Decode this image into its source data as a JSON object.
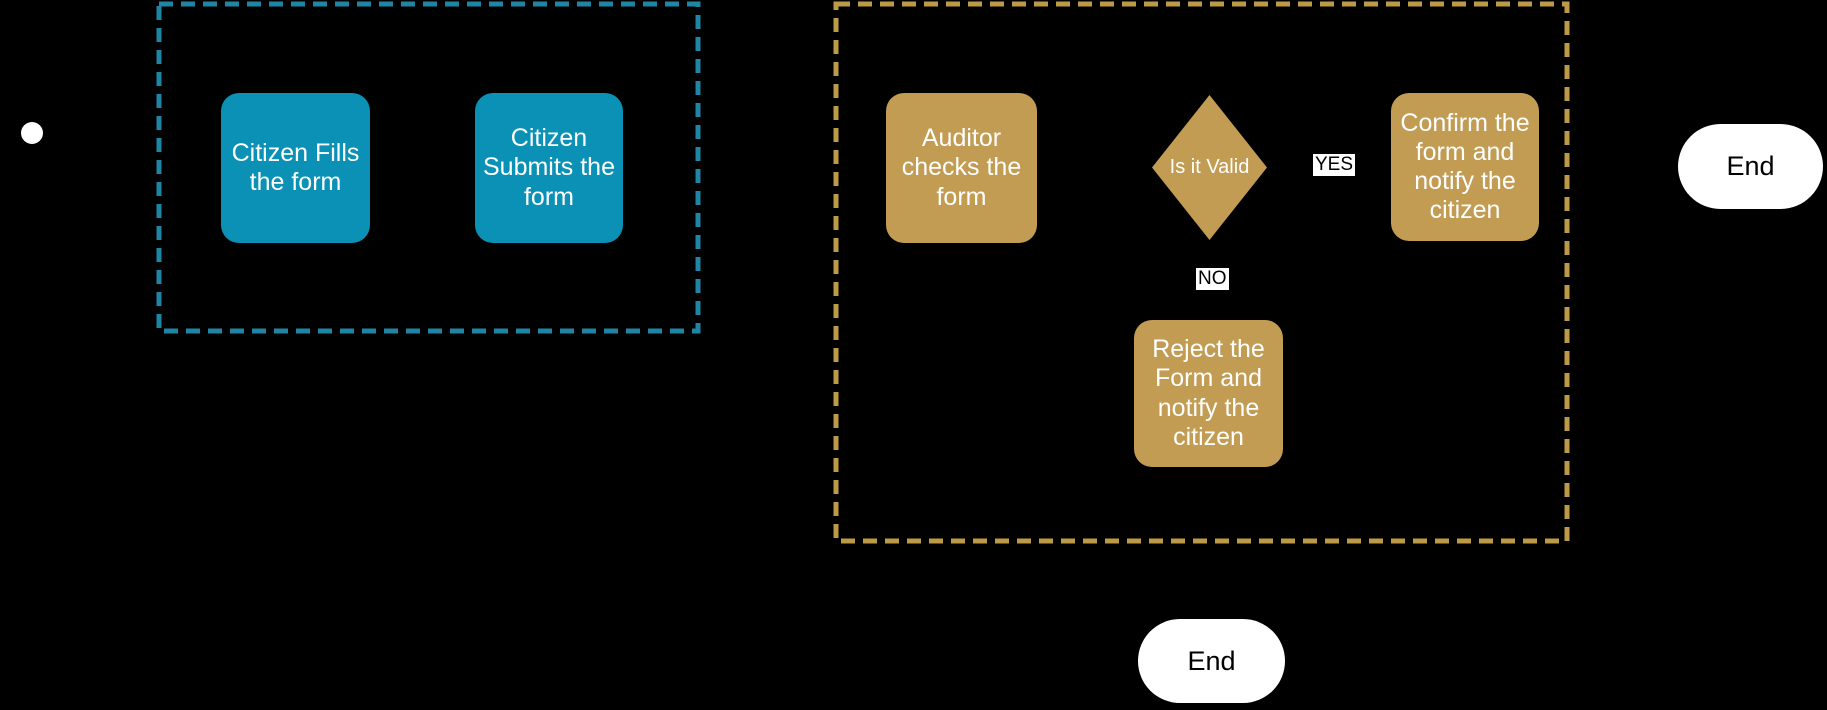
{
  "colors": {
    "canvas_bg": "#000000",
    "citizen_fill": "#0a91b5",
    "citizen_border": "#1f85a5",
    "auditor_fill": "#c19c52",
    "auditor_border": "#bd9a45",
    "node_text": "#ffffff",
    "end_fill": "#ffffff",
    "end_text": "#000000",
    "label_bg": "#ffffff",
    "label_text": "#000000",
    "start_fill": "#ffffff"
  },
  "diagram": {
    "type": "flowchart",
    "lanes": [
      {
        "id": "citizen",
        "style": "dashed-teal"
      },
      {
        "id": "auditor",
        "style": "dashed-gold"
      }
    ],
    "nodes": {
      "start": {
        "shape": "circle"
      },
      "fill_form": {
        "shape": "rounded-rect",
        "label": "Citizen Fills\nthe form"
      },
      "submit_form": {
        "shape": "rounded-rect",
        "label": "Citizen\nSubmits the\nform"
      },
      "auditor_checks": {
        "shape": "rounded-rect",
        "label": "Auditor\nchecks the\nform"
      },
      "decision": {
        "shape": "diamond",
        "label": "Is it Valid"
      },
      "confirm": {
        "shape": "rounded-rect",
        "label": "Confirm the\nform and\nnotify the\ncitizen"
      },
      "reject": {
        "shape": "rounded-rect",
        "label": "Reject the\nForm and\nnotify the\ncitizen"
      },
      "end_right": {
        "shape": "stadium",
        "label": "End"
      },
      "end_bottom": {
        "shape": "stadium",
        "label": "End"
      }
    },
    "edge_labels": {
      "yes": "YES",
      "no": "NO"
    }
  }
}
